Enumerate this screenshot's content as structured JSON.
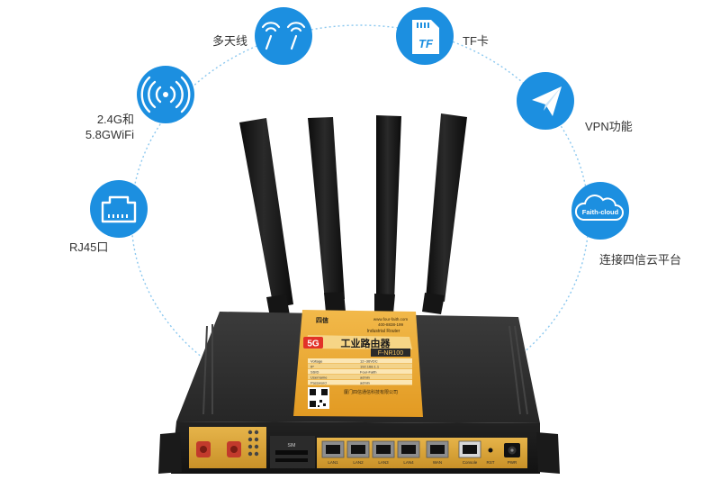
{
  "features": {
    "multi_antenna": {
      "label": "多天线",
      "icon": "antenna-icon"
    },
    "tf_card": {
      "label": "TF卡",
      "icon": "sd-card-icon",
      "icon_text": "TF"
    },
    "wifi": {
      "label_line1": "2.4G和",
      "label_line2": "5.8GWiFi",
      "icon": "wifi-icon"
    },
    "vpn": {
      "label": "VPN功能",
      "icon": "paper-plane-icon"
    },
    "rj45": {
      "label": "RJ45口",
      "icon": "ethernet-port-icon"
    },
    "cloud": {
      "label": "连接四信云平台",
      "icon": "cloud-icon",
      "icon_text": "Faith-cloud"
    }
  },
  "device": {
    "badge": "5G",
    "title": "工业路由器",
    "subtitle": "Industrial Router",
    "model": "F-NR100",
    "brand": "四信",
    "website": "www.four-faith.com",
    "hotline": "400-8838-199",
    "spec_rows": [
      [
        "Voltage",
        "12~36VDC"
      ],
      [
        "IP",
        "192.168.1.1"
      ],
      [
        "SSID",
        "Four-Faith"
      ],
      [
        "Username",
        "admin"
      ],
      [
        "Password",
        "admin"
      ]
    ],
    "company": "厦门四信通信科技有限公司",
    "port_labels": [
      "LAN1",
      "LAN2",
      "LAN3",
      "LAN4",
      "WAN",
      "Console",
      "RST",
      "PWR"
    ],
    "sim_label": "SIM"
  },
  "colors": {
    "accent_blue": "#1c8fe0",
    "ring_blue": "#8cc8ef",
    "device_body": "#1e1e1e",
    "panel_gold": "#d9a437",
    "label_gold": "#e8a72e"
  }
}
